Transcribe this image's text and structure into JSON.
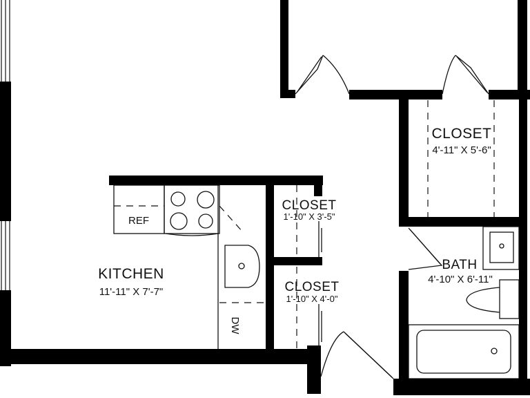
{
  "floor_plan": {
    "rooms": [
      {
        "id": "kitchen",
        "name": "KITCHEN",
        "dimensions": "11'-11\" X 7'-7\""
      },
      {
        "id": "closet-large",
        "name": "CLOSET",
        "dimensions": "4'-11\" X 5'-6\""
      },
      {
        "id": "closet-upper",
        "name": "CLOSET",
        "dimensions": "1'-10\" X 3'-5\""
      },
      {
        "id": "closet-lower",
        "name": "CLOSET",
        "dimensions": "1'-10\" X 4'-0\""
      },
      {
        "id": "bath",
        "name": "BATH",
        "dimensions": "4'-10\" X 6'-11\""
      }
    ],
    "fixtures": {
      "refrigerator": "REF",
      "dishwasher": "DW"
    },
    "colors": {
      "wall": "#000000",
      "line": "#111111",
      "background": "#ffffff"
    }
  }
}
